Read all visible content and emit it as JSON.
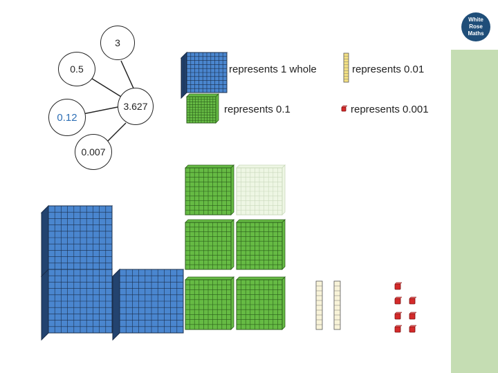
{
  "logo": {
    "line1": "White",
    "line2": "Rose",
    "line3": "Maths"
  },
  "part_whole": {
    "whole": "3.627",
    "parts": [
      "3",
      "0.5",
      "0.12",
      "0.007"
    ]
  },
  "legend": {
    "whole": "represents 1 whole",
    "tenth": "represents 0.1",
    "hundredth": "represents 0.01",
    "thousandth": "represents 0.001"
  },
  "colors": {
    "whole_cube": "#4a86cf",
    "tenth_flat": "#66bb44",
    "tenth_flat_faded": "#eef6e4",
    "hundredth_rod": "#f8f3d8",
    "thousandth_cube": "#d42a2a",
    "sidebar": "#c5ddb3"
  },
  "representation": {
    "wholes": 3,
    "tenths_solid": 5,
    "tenths_faded": 1,
    "hundredths": 2,
    "thousandths": 7
  }
}
